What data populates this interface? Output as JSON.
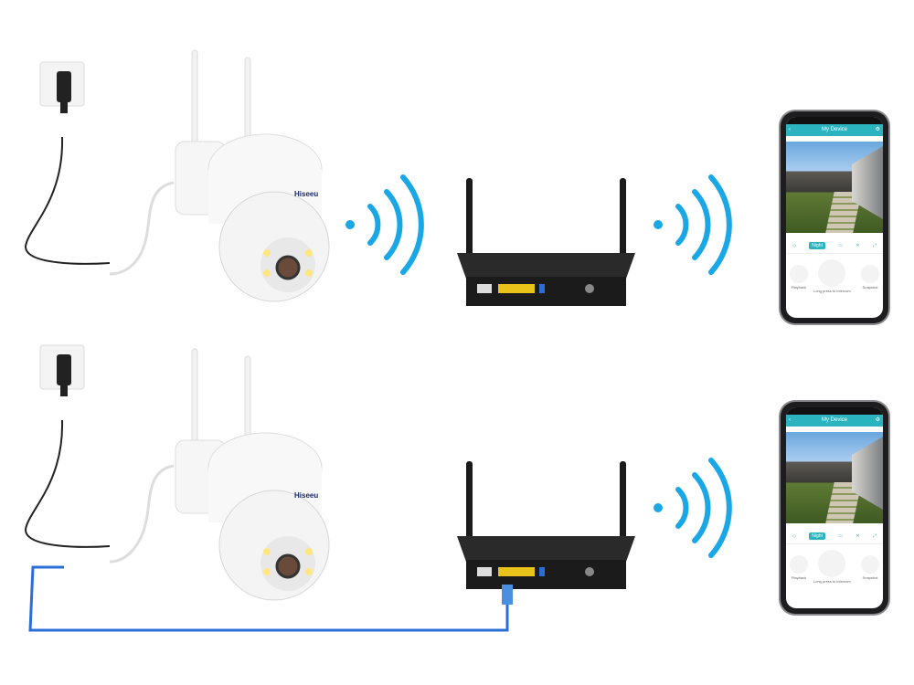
{
  "camera": {
    "brand_logo": "Hiseeu"
  },
  "phone_app": {
    "title": "My Device",
    "back_icon": "chevron-left-icon",
    "settings_icon": "gear-icon",
    "controls": [
      "◇",
      "Night",
      "▭",
      "✕",
      "⤢"
    ],
    "playback_label": "Playback",
    "intercom_label": "Long press to intercom",
    "snapshot_label": "Snapshot"
  },
  "colors": {
    "wifi": "#1aa7e6",
    "ethernet_cable": "#2a6fd8",
    "app_accent": "#2bb4c0",
    "router": "#1b1b1b"
  },
  "scenarios": [
    {
      "connection": "wifi"
    },
    {
      "connection": "ethernet"
    }
  ]
}
